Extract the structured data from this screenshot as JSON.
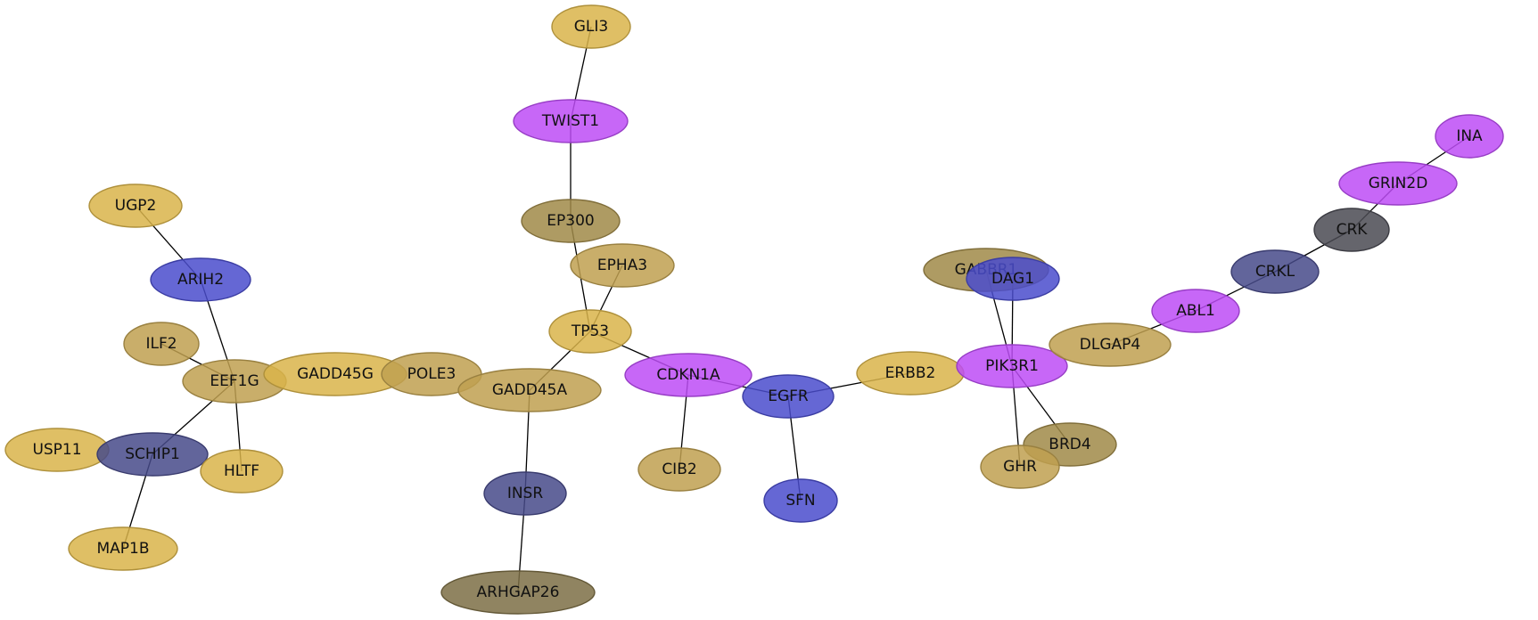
{
  "palette": {
    "gold": "#d9b44a",
    "tan": "#bfa050",
    "olive": "#a08a48",
    "blue": "#4a4ccc",
    "navy": "#474a8a",
    "purple": "#bd4cf6",
    "dark_gray": "#4a4a52",
    "brown_olive": "#7c6e45"
  },
  "nodes": [
    {
      "id": "GLI3",
      "label": "GLI3",
      "color": "gold"
    },
    {
      "id": "TWIST1",
      "label": "TWIST1",
      "color": "purple"
    },
    {
      "id": "EP300",
      "label": "EP300",
      "color": "olive"
    },
    {
      "id": "EPHA3",
      "label": "EPHA3",
      "color": "tan"
    },
    {
      "id": "TP53",
      "label": "TP53",
      "color": "gold"
    },
    {
      "id": "UGP2",
      "label": "UGP2",
      "color": "gold"
    },
    {
      "id": "ARIH2",
      "label": "ARIH2",
      "color": "blue"
    },
    {
      "id": "ILF2",
      "label": "ILF2",
      "color": "tan"
    },
    {
      "id": "EEF1G",
      "label": "EEF1G",
      "color": "tan"
    },
    {
      "id": "GADD45G",
      "label": "GADD45G",
      "color": "gold"
    },
    {
      "id": "POLE3",
      "label": "POLE3",
      "color": "tan"
    },
    {
      "id": "GADD45A",
      "label": "GADD45A",
      "color": "tan"
    },
    {
      "id": "USP11",
      "label": "USP11",
      "color": "gold"
    },
    {
      "id": "SCHIP1",
      "label": "SCHIP1",
      "color": "navy"
    },
    {
      "id": "HLTF",
      "label": "HLTF",
      "color": "gold"
    },
    {
      "id": "MAP1B",
      "label": "MAP1B",
      "color": "gold"
    },
    {
      "id": "INSR",
      "label": "INSR",
      "color": "navy"
    },
    {
      "id": "ARHGAP26",
      "label": "ARHGAP26",
      "color": "brown_olive"
    },
    {
      "id": "CDKN1A",
      "label": "CDKN1A",
      "color": "purple"
    },
    {
      "id": "CIB2",
      "label": "CIB2",
      "color": "tan"
    },
    {
      "id": "EGFR",
      "label": "EGFR",
      "color": "blue"
    },
    {
      "id": "SFN",
      "label": "SFN",
      "color": "blue"
    },
    {
      "id": "ERBB2",
      "label": "ERBB2",
      "color": "gold"
    },
    {
      "id": "GABBR1",
      "label": "GABBR1",
      "color": "olive"
    },
    {
      "id": "DAG1",
      "label": "DAG1",
      "color": "blue"
    },
    {
      "id": "PIK3R1",
      "label": "PIK3R1",
      "color": "purple"
    },
    {
      "id": "BRD4",
      "label": "BRD4",
      "color": "olive"
    },
    {
      "id": "GHR",
      "label": "GHR",
      "color": "tan"
    },
    {
      "id": "DLGAP4",
      "label": "DLGAP4",
      "color": "tan"
    },
    {
      "id": "ABL1",
      "label": "ABL1",
      "color": "purple"
    },
    {
      "id": "CRKL",
      "label": "CRKL",
      "color": "navy"
    },
    {
      "id": "CRK",
      "label": "CRK",
      "color": "dark_gray"
    },
    {
      "id": "GRIN2D",
      "label": "GRIN2D",
      "color": "purple"
    },
    {
      "id": "INA",
      "label": "INA",
      "color": "purple"
    }
  ],
  "edges": [
    [
      "GLI3",
      "TWIST1"
    ],
    [
      "TWIST1",
      "EP300"
    ],
    [
      "EP300",
      "TP53"
    ],
    [
      "EPHA3",
      "TP53"
    ],
    [
      "TP53",
      "GADD45A"
    ],
    [
      "TP53",
      "CDKN1A"
    ],
    [
      "UGP2",
      "ARIH2"
    ],
    [
      "ARIH2",
      "EEF1G"
    ],
    [
      "ILF2",
      "EEF1G"
    ],
    [
      "EEF1G",
      "SCHIP1"
    ],
    [
      "EEF1G",
      "HLTF"
    ],
    [
      "SCHIP1",
      "MAP1B"
    ],
    [
      "GADD45A",
      "INSR"
    ],
    [
      "INSR",
      "ARHGAP26"
    ],
    [
      "CDKN1A",
      "CIB2"
    ],
    [
      "CDKN1A",
      "EGFR"
    ],
    [
      "EGFR",
      "SFN"
    ],
    [
      "EGFR",
      "ERBB2"
    ],
    [
      "GABBR1",
      "PIK3R1"
    ],
    [
      "DAG1",
      "PIK3R1"
    ],
    [
      "PIK3R1",
      "BRD4"
    ],
    [
      "PIK3R1",
      "GHR"
    ],
    [
      "DLGAP4",
      "ABL1"
    ],
    [
      "ABL1",
      "CRKL"
    ],
    [
      "CRKL",
      "CRK"
    ],
    [
      "CRK",
      "GRIN2D"
    ],
    [
      "GRIN2D",
      "INA"
    ]
  ]
}
